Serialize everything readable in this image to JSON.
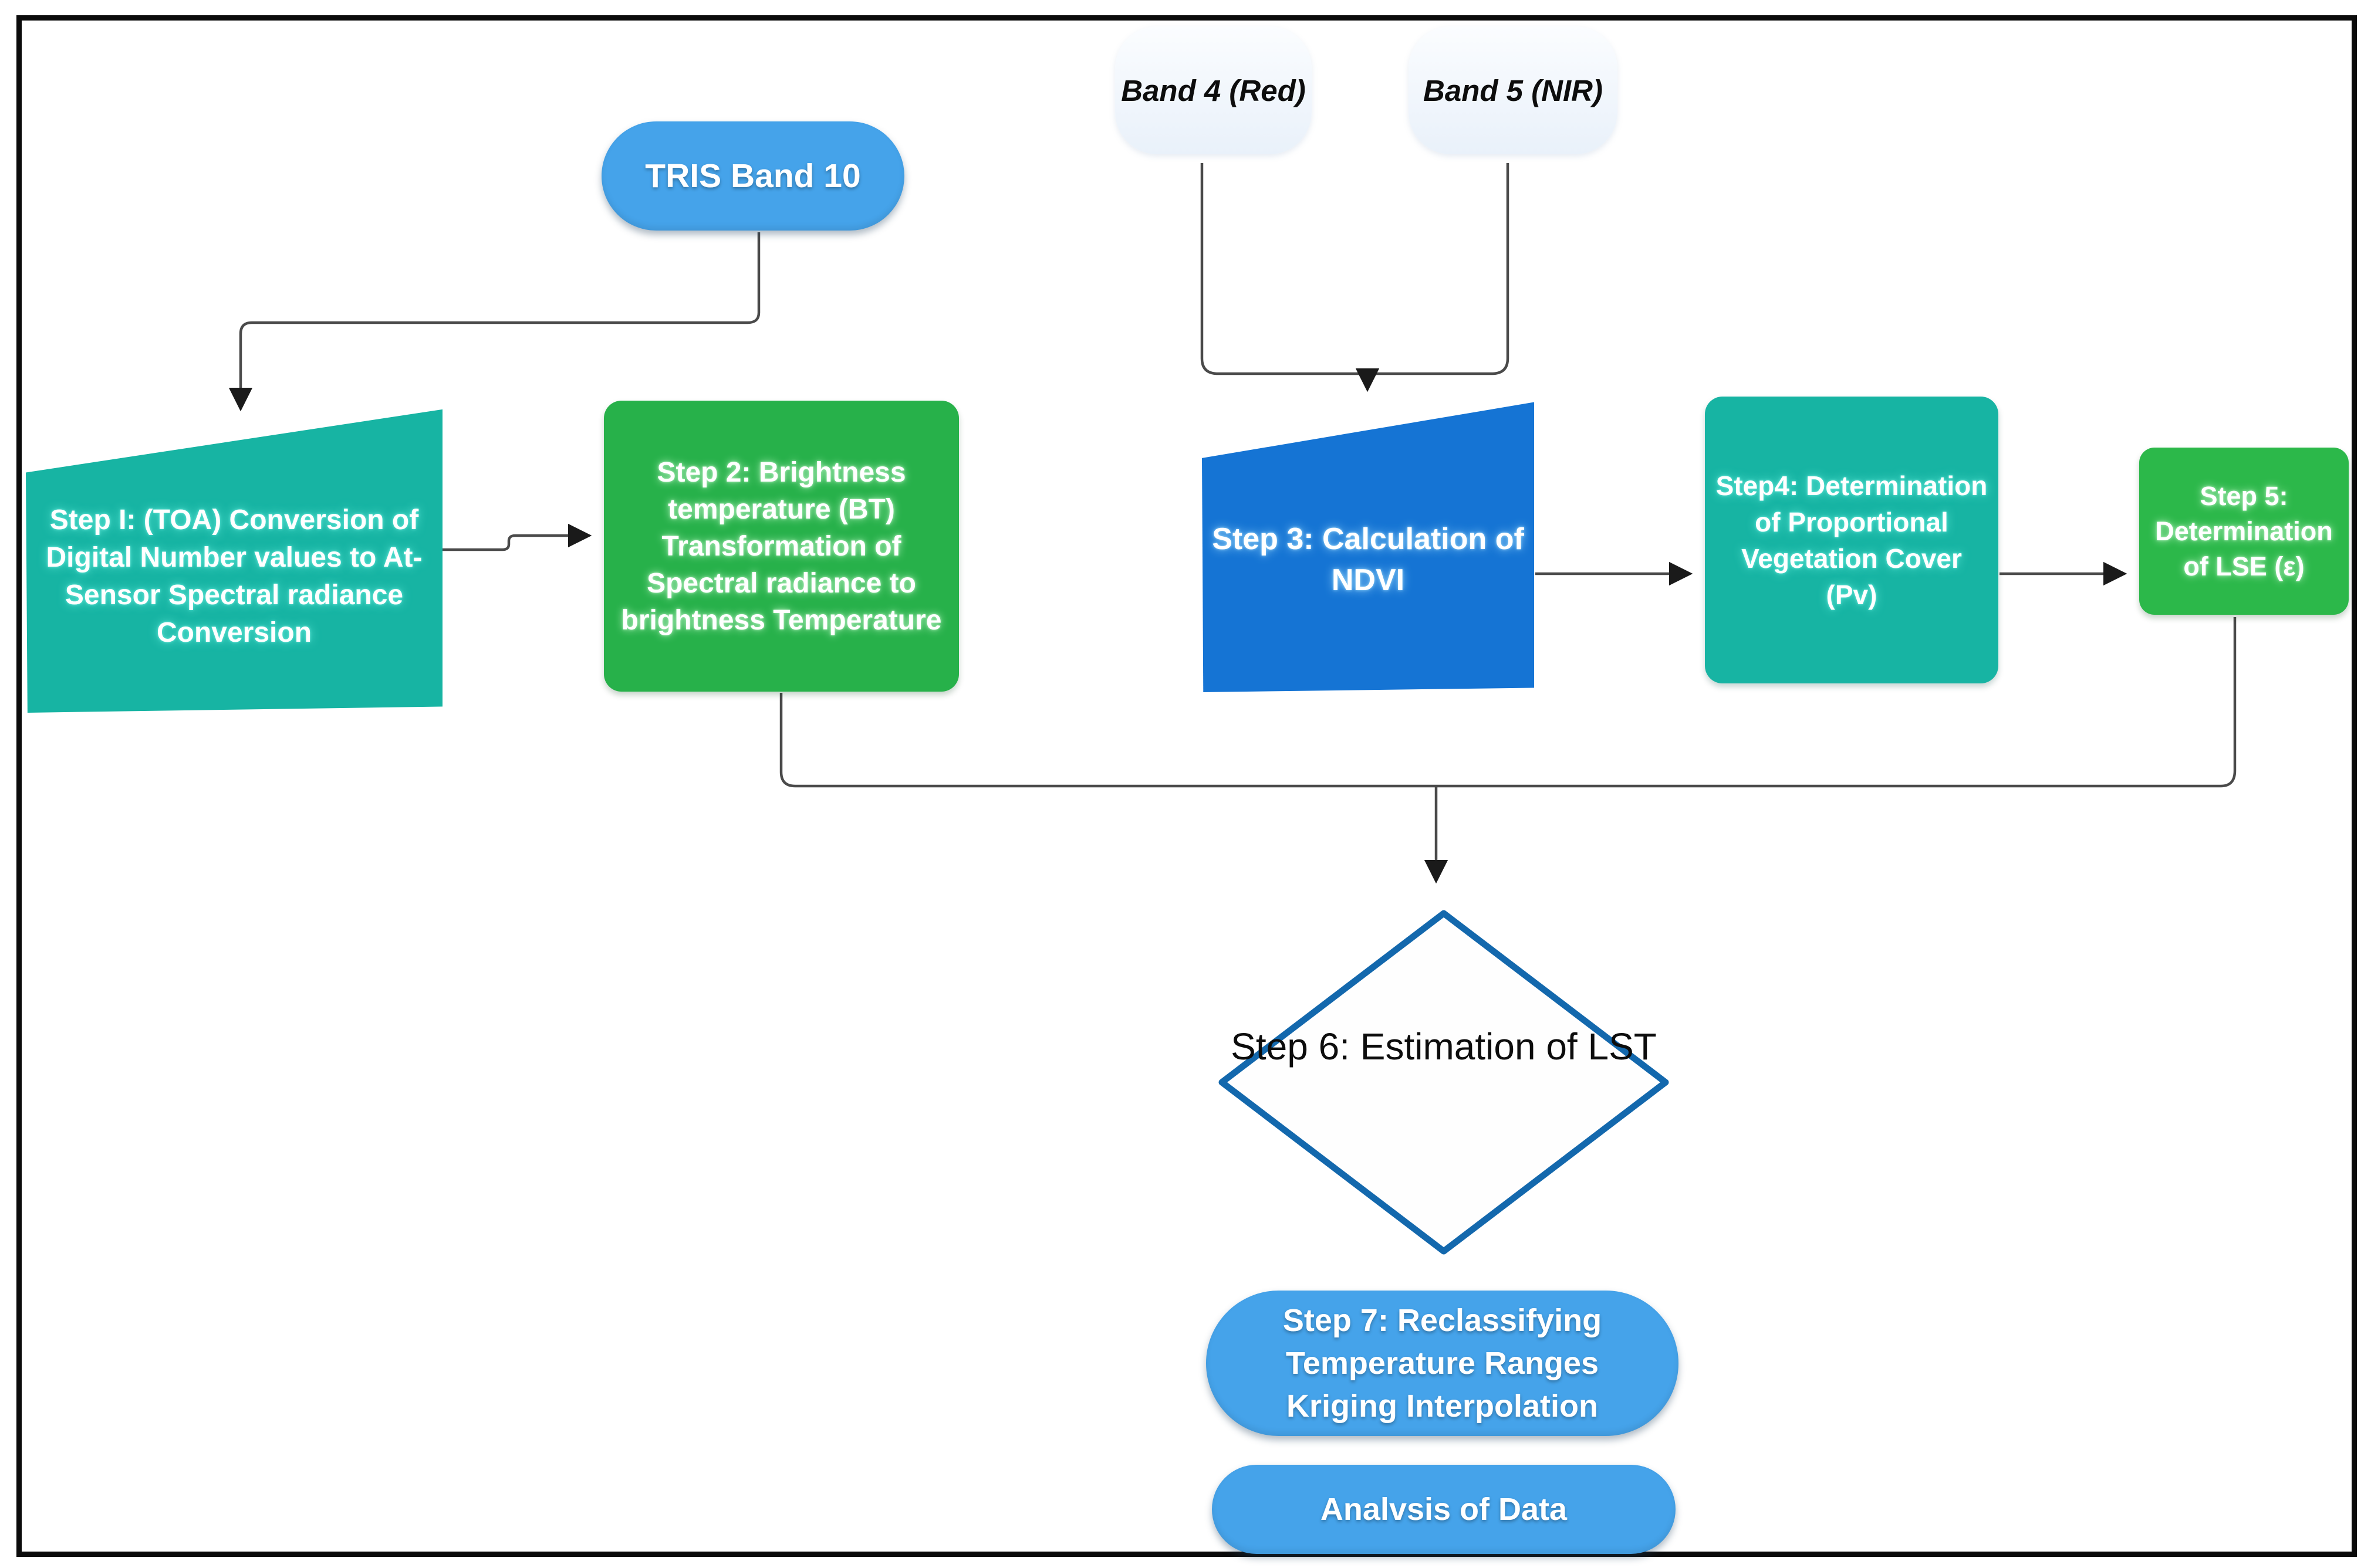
{
  "figure": {
    "type": "flowchart",
    "background": "#ffffff",
    "border_color": "#0b0b0b",
    "connector_color": "#4a4a4a",
    "arrowhead_color": "#1a1a1a"
  },
  "nodes": {
    "tris_band10": {
      "label": "TRIS Band 10",
      "shape": "pill",
      "fill": "#45a3ea",
      "text_color": "#ffffff"
    },
    "band4": {
      "label": "Band 4 (Red)",
      "shape": "rounded-pill",
      "fill": "#eff5fb",
      "text_color": "#0d0d0d"
    },
    "band5": {
      "label": "Band 5 (NIR)",
      "shape": "rounded-pill",
      "fill": "#eff5fb",
      "text_color": "#0d0d0d"
    },
    "step1": {
      "label": "Step I: (TOA) Conversion of Digital Number values to At-Sensor Spectral radiance Conversion",
      "shape": "slanted-box",
      "fill": "#17b4a3",
      "text_color": "#ffffff"
    },
    "step2": {
      "label": "Step 2: Brightness temperature (BT) Transformation of Spectral radiance to brightness Temperature",
      "shape": "rounded-box",
      "fill": "#27b14a",
      "text_color": "#ffffff"
    },
    "step3": {
      "label": "Step 3: Calculation of NDVI",
      "shape": "slanted-box",
      "fill": "#1574d4",
      "text_color": "#ffffff"
    },
    "step4": {
      "label": "Step4: Determination of Proportional Vegetation Cover (Pv)",
      "shape": "rounded-box",
      "fill": "#17b4a3",
      "text_color": "#ffffff"
    },
    "step5": {
      "label": "Step 5: Determination of LSE (ε)",
      "shape": "rounded-box",
      "fill": "#2cb84a",
      "text_color": "#ffffff"
    },
    "step6": {
      "label": "Step 6: Estimation of LST",
      "shape": "diamond",
      "fill": "#ffffff",
      "border_color": "#1368ad",
      "text_color": "#0c0c0c"
    },
    "step7": {
      "label": "Step 7: Reclassifying Temperature Ranges Kriging Interpolation",
      "shape": "pill",
      "fill": "#45a3ea",
      "text_color": "#ffffff"
    },
    "analysis": {
      "label": "Analvsis of Data",
      "shape": "pill",
      "fill": "#45a3ea",
      "text_color": "#ffffff"
    }
  },
  "edges": [
    {
      "from": "tris_band10",
      "to": "step1",
      "arrow": true
    },
    {
      "from": "band4",
      "to": "step3",
      "arrow": true
    },
    {
      "from": "band5",
      "to": "step3",
      "arrow": true
    },
    {
      "from": "step1",
      "to": "step2",
      "arrow": true
    },
    {
      "from": "step3",
      "to": "step4",
      "arrow": true
    },
    {
      "from": "step4",
      "to": "step5",
      "arrow": true
    },
    {
      "from": "step2",
      "to": "step6",
      "arrow": true
    },
    {
      "from": "step5",
      "to": "step6",
      "arrow": true
    }
  ]
}
